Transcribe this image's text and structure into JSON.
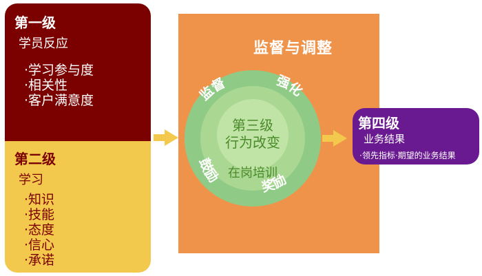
{
  "level1": {
    "title": "第一级",
    "subtitle": "学员反应",
    "items": [
      "·学习参与度",
      "·相关性",
      "·客户满意度"
    ]
  },
  "level2": {
    "title": "第二级",
    "subtitle": "学习",
    "items": [
      "·知识",
      "·技能",
      "·态度",
      "·信心",
      "·承诺"
    ]
  },
  "level3": {
    "panel_title": "监督与调整",
    "center_line1": "第三级",
    "center_line2": "行为改变",
    "inner_label": "在岗培训",
    "ring_labels": {
      "top_left": "监督",
      "top_right": "强化",
      "bottom_left": "鼓励",
      "bottom_right": "奖励"
    }
  },
  "level4": {
    "title": "第四级",
    "subtitle": "业务结果",
    "note": "·领先指标·期望的业务结果"
  },
  "colors": {
    "level1_bg": "#7b0000",
    "level2_bg": "#f2c84d",
    "panel_bg": "#f0934a",
    "ring_outer": "#8fcb86",
    "ring_middle": "#aad892",
    "ring_inner": "#c0e4a6",
    "center_text": "#4a8a2a",
    "level4_bg": "#6a1a90",
    "arrow": "#f2c84d"
  }
}
